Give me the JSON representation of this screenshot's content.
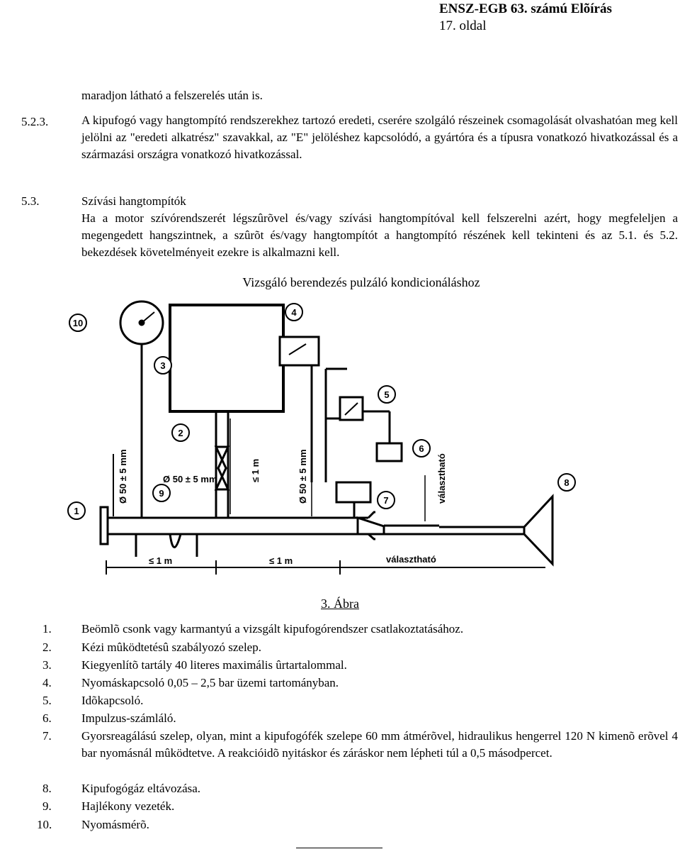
{
  "header": {
    "title": "ENSZ-EGB 63. számú Elõírás",
    "page": "17. oldal"
  },
  "body": {
    "continuation": "maradjon látható a felszerelés után is.",
    "sec_523_num": "5.2.3.",
    "sec_523_text": "A kipufogó vagy hangtompító rendszerekhez tartozó eredeti, cserére szolgáló részeinek csomagolását olvashatóan meg kell jelölni az \"eredeti alkatrész\" szavakkal, az \"E\" jelöléshez kapcsolódó, a gyártóra és a típusra vonatkozó hivatkozással és a származási országra vonatkozó hivatkozással.",
    "sec_53_num": "5.3.",
    "sec_53_title": "Szívási hangtompítók",
    "sec_53_text": "Ha a motor szívórendszerét légszûrõvel és/vagy szívási hangtompítóval kell felszerelni azért, hogy megfeleljen a megengedett hangszintnek, a szûrõt és/vagy hangtompítót a hangtompító részének kell tekinteni és az 5.1. és 5.2. bekezdések követelményeit ezekre is alkalmazni kell."
  },
  "figure": {
    "title": "Vizsgáló berendezés pulzáló kondicionáláshoz",
    "caption": "3. Ábra",
    "callouts": [
      "1",
      "2",
      "3",
      "4",
      "5",
      "6",
      "7",
      "8",
      "9",
      "10"
    ],
    "labels": {
      "dim_left": "Ø 50 ± 5 mm",
      "dim_mid": "≤ 1 m",
      "dim_right": "Ø 50 ± 5 mm",
      "dim_valve": "Ø 50 ± 5 mm",
      "optional_vertical": "választható",
      "length_1": "≤ 1 m",
      "length_2": "≤ 1 m",
      "optional_horizontal": "választható"
    }
  },
  "legend": [
    {
      "num": "1.",
      "text": "Beömlõ csonk vagy karmantyú a vizsgált kipufogórendszer csatlakoztatásához."
    },
    {
      "num": "2.",
      "text": "Kézi mûködtetésû szabályozó szelep."
    },
    {
      "num": "3.",
      "text": "Kiegyenlítõ tartály 40 literes maximális ûrtartalommal."
    },
    {
      "num": "4.",
      "text": "Nyomáskapcsoló 0,05 – 2,5 bar üzemi tartományban."
    },
    {
      "num": "5.",
      "text": "Idõkapcsoló."
    },
    {
      "num": "6.",
      "text": "Impulzus-számláló."
    },
    {
      "num": "7.",
      "text": "Gyorsreagálású szelep, olyan, mint a kipufogófék szelepe 60 mm átmérõvel, hidraulikus hengerrel 120 N kimenõ erõvel 4 bar nyomásnál mûködtetve. A reakcióidõ nyitáskor és záráskor nem lépheti túl a 0,5 másodpercet."
    },
    {
      "num": "8.",
      "text": "Kipufogógáz eltávozása."
    },
    {
      "num": "9.",
      "text": "Hajlékony vezeték."
    },
    {
      "num": "10.",
      "text": "Nyomásmérõ."
    }
  ]
}
